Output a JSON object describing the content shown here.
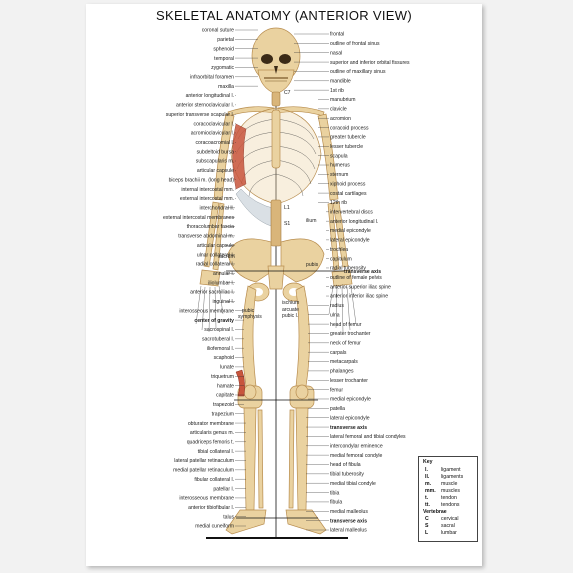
{
  "title": "SKELETAL ANATOMY (ANTERIOR VIEW)",
  "left_labels": [
    "coronal suture",
    "parietal",
    "sphenoid",
    "temporal",
    "zygomatic",
    "infraorbital foramen",
    "maxilla",
    "anterior longitudinal l.",
    "anterior sternoclavicular l.",
    "superior transverse scapular l.",
    "coracoclavicular l.",
    "acromioclavicular l.",
    "coracoacromial l.",
    "subdeltoid bursa",
    "subscapularis m.",
    "articular capsule",
    "biceps brachii m. (long head)",
    "internal intercostal mm.",
    "external intercostal mm.",
    "interchondral ll.",
    "external intercostal membranes",
    "thoracolumbar fascia",
    "transverse abdominal m.",
    "articular capsule",
    "ulnar collateral l.",
    "radial collateral l.",
    "annular l.",
    "iliolumbar l.",
    "anterior sacroiliac l.",
    "inguinal l.",
    "interosseous membrane",
    "center of gravity",
    "sacrospinal l.",
    "sacrotuberal l.",
    "iliofemoral l.",
    "scaphoid",
    "lunate",
    "triquetrum",
    "hamate",
    "capitate",
    "trapezoid",
    "trapezium",
    "obturator membrane",
    "articularis genus m.",
    "quadriceps femoris t.",
    "tibial collateral l.",
    "lateral patellar retinaculum",
    "medial patellar retinaculum",
    "fibular collateral l.",
    "patellar l.",
    "interosseous membrane",
    "anterior tibiofibular l.",
    "talus",
    "medial cuneiform"
  ],
  "right_labels": [
    "frontal",
    "outline of frontal sinus",
    "nasal",
    "superior and inferior orbital fissures",
    "outline of maxillary sinus",
    "mandible",
    "1st rib",
    "manubrium",
    "clavicle",
    "acromion",
    "coracoid process",
    "greater tubercle",
    "lesser tubercle",
    "scapula",
    "humerus",
    "sternum",
    "xiphoid process",
    "costal cartilages",
    "12th rib",
    "intervertebral discs",
    "anterior longitudinal l.",
    "medial epicondyle",
    "lateral epicondyle",
    "trochlea",
    "capitulum",
    "radial tuberosity",
    "outline of female pelvis",
    "anterior superior iliac spine",
    "anterior inferior iliac spine",
    "radius",
    "ulna",
    "head of femur",
    "greater trochanter",
    "neck of femur",
    "carpals",
    "metacarpals",
    "phalanges",
    "lesser trochanter",
    "femur",
    "medial epicondyle",
    "patella",
    "lateral epicondyle",
    "transverse axis",
    "lateral femoral and tibial condyles",
    "intercondylar eminence",
    "medial femoral condyle",
    "head of fibula",
    "tibial tuberosity",
    "medial tibial condyle",
    "tibia",
    "fibula",
    "medial malleolus",
    "transverse axis",
    "lateral malleolus"
  ],
  "center_labels": {
    "c7": "C7",
    "l1": "L1",
    "s1": "S1",
    "ilium": "ilium",
    "sacrum": "sacrum",
    "pubis": "pubis",
    "transverse_axis": "transverse axis",
    "pubic_symphysis": "pubic\nsymphysis",
    "ischium": "ischium",
    "arcuate_pubic": "arcuate\npubic l.",
    "pubic_symphysis_1": "pubic",
    "pubic_symphysis_2": "symphysis",
    "arcuate_1": "arcuate",
    "arcuate_2": "pubic l."
  },
  "key": {
    "heading": "Key",
    "rows": [
      {
        "abbr": "l.",
        "meaning": "ligament"
      },
      {
        "abbr": "ll.",
        "meaning": "ligaments"
      },
      {
        "abbr": "m.",
        "meaning": "muscle"
      },
      {
        "abbr": "mm.",
        "meaning": "muscles"
      },
      {
        "abbr": "t.",
        "meaning": "tendon"
      },
      {
        "abbr": "tt.",
        "meaning": "tendons"
      }
    ],
    "vert_heading": "Vertebrae",
    "vert_rows": [
      {
        "abbr": "C",
        "meaning": "cervical"
      },
      {
        "abbr": "S",
        "meaning": "sacral"
      },
      {
        "abbr": "L",
        "meaning": "lumbar"
      }
    ]
  },
  "colors": {
    "bone": "#ead2a0",
    "bone_outline": "#b88d4f",
    "muscle": "#c8553d",
    "cartilage": "#d6dde3",
    "text": "#1a1a1a"
  }
}
